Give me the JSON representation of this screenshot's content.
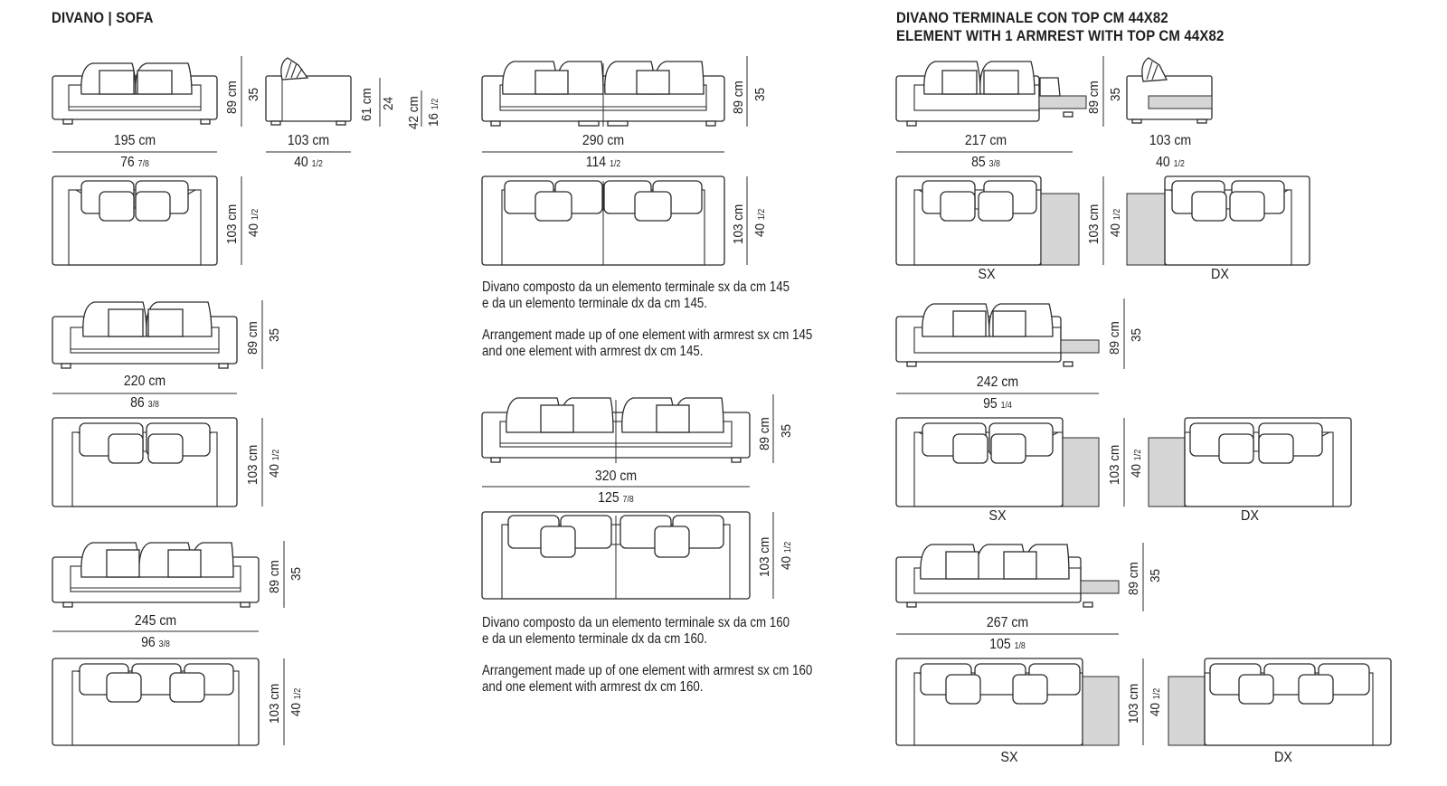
{
  "headers": {
    "left": "DIVANO  |  SOFA",
    "right_line1": "DIVANO TERMINALE CON TOP CM 44X82",
    "right_line2": "ELEMENT WITH 1 ARMREST WITH TOP CM 44X82"
  },
  "sofa_195": {
    "width_cm": "195 cm",
    "width_in": "76",
    "width_in_frac": "7/8",
    "height_cm": "89 cm",
    "height_in": "35",
    "depth_cm": "103 cm",
    "depth_in": "40",
    "depth_in_frac": "1/2"
  },
  "side_view": {
    "depth_cm": "103 cm",
    "depth_in": "40",
    "depth_in_frac": "1/2",
    "back_cm": "61 cm",
    "back_in": "24",
    "seat_cm": "42 cm",
    "seat_in": "16",
    "seat_in_frac": "1/2"
  },
  "sofa_220": {
    "width_cm": "220 cm",
    "width_in": "86",
    "width_in_frac": "3/8",
    "height_cm": "89 cm",
    "height_in": "35",
    "depth_cm": "103 cm",
    "depth_in": "40",
    "depth_in_frac": "1/2"
  },
  "sofa_245": {
    "width_cm": "245 cm",
    "width_in": "96",
    "width_in_frac": "3/8",
    "height_cm": "89 cm",
    "height_in": "35",
    "depth_cm": "103 cm",
    "depth_in": "40",
    "depth_in_frac": "1/2"
  },
  "sofa_290": {
    "width_cm": "290 cm",
    "width_in": "114",
    "width_in_frac": "1/2",
    "height_cm": "89 cm",
    "height_in": "35",
    "depth_cm": "103 cm",
    "depth_in": "40",
    "depth_in_frac": "1/2"
  },
  "note_290": {
    "it": "Divano composto da un elemento terminale sx da cm 145\ne da un elemento terminale dx da cm 145.",
    "en": "Arrangement made up of one element with armrest sx cm 145\nand one element with armrest dx cm 145."
  },
  "sofa_320": {
    "width_cm": "320 cm",
    "width_in": "125",
    "width_in_frac": "7/8",
    "height_cm": "89 cm",
    "height_in": "35",
    "depth_cm": "103 cm",
    "depth_in": "40",
    "depth_in_frac": "1/2"
  },
  "note_320": {
    "it": "Divano composto da un elemento terminale sx da cm 160\ne da un elemento terminale dx da cm 160.",
    "en": "Arrangement made up of one element with armrest sx cm 160\nand one element with armrest dx cm 160."
  },
  "term_217": {
    "width_cm": "217 cm",
    "width_in": "85",
    "width_in_frac": "3/8",
    "height_cm": "89 cm",
    "height_in": "35",
    "depth_cm": "103 cm",
    "depth_in": "40",
    "depth_in_frac": "1/2",
    "side_depth_cm": "103 cm",
    "side_depth_in": "40",
    "side_depth_in_frac": "1/2",
    "sx": "SX",
    "dx": "DX"
  },
  "term_242": {
    "width_cm": "242 cm",
    "width_in": "95",
    "width_in_frac": "1/4",
    "height_cm": "89 cm",
    "height_in": "35",
    "depth_cm": "103 cm",
    "depth_in": "40",
    "depth_in_frac": "1/2",
    "sx": "SX",
    "dx": "DX"
  },
  "term_267": {
    "width_cm": "267 cm",
    "width_in": "105",
    "width_in_frac": "1/8",
    "height_cm": "89 cm",
    "height_in": "35",
    "depth_cm": "103 cm",
    "depth_in": "40",
    "depth_in_frac": "1/2",
    "sx": "SX",
    "dx": "DX"
  }
}
